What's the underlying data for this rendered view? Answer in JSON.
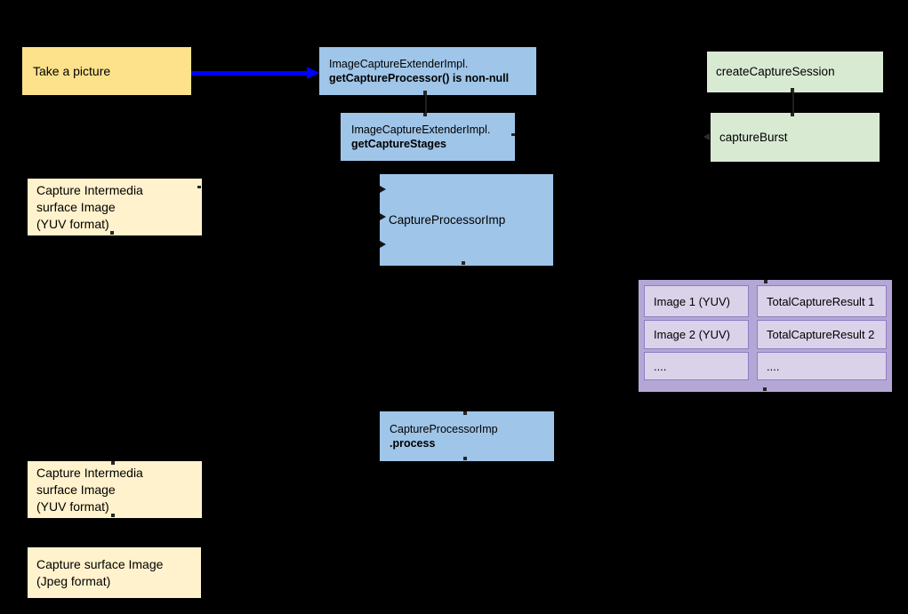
{
  "palette": {
    "background": "#000000",
    "yellow_box": "#fde28b",
    "cream_box": "#fff2cc",
    "blue_box": "#9fc5e8",
    "green_box": "#d9ead3",
    "purple_container": "#b4a7d6",
    "purple_cell": "#d9d2e9",
    "purple_cell_border": "#8e7cc3",
    "arrow_blue": "#0000ff",
    "text": "#000000"
  },
  "nodes": {
    "take_picture": {
      "label": "Take a picture"
    },
    "get_capture_processor": {
      "line1": "ImageCaptureExtenderImpl.",
      "line2": "getCaptureProcessor() is non-null"
    },
    "get_capture_stages": {
      "line1": "ImageCaptureExtenderImpl.",
      "line2": "getCaptureStages"
    },
    "create_capture_session": {
      "label": "createCaptureSession"
    },
    "capture_burst": {
      "label": "captureBurst"
    },
    "capture_intermedia_top": {
      "line1": "Capture Intermedia",
      "line2": "surface Image",
      "line3": "(YUV format)"
    },
    "capture_processor": {
      "label": "CaptureProcessorImp"
    },
    "capture_processor_process": {
      "line1": "CaptureProcessorImp",
      "line2": ".process"
    },
    "capture_intermedia_bottom": {
      "line1": "Capture Intermedia",
      "line2": "surface Image",
      "line3": "(YUV format)"
    },
    "capture_surface_jpeg": {
      "line1": "Capture surface Image",
      "line2": "(Jpeg format)"
    }
  },
  "burst_table": {
    "rows": [
      {
        "image": "Image 1 (YUV)",
        "result": "TotalCaptureResult 1"
      },
      {
        "image": "Image 2 (YUV)",
        "result": "TotalCaptureResult 2"
      },
      {
        "image": "....",
        "result": "...."
      }
    ]
  }
}
